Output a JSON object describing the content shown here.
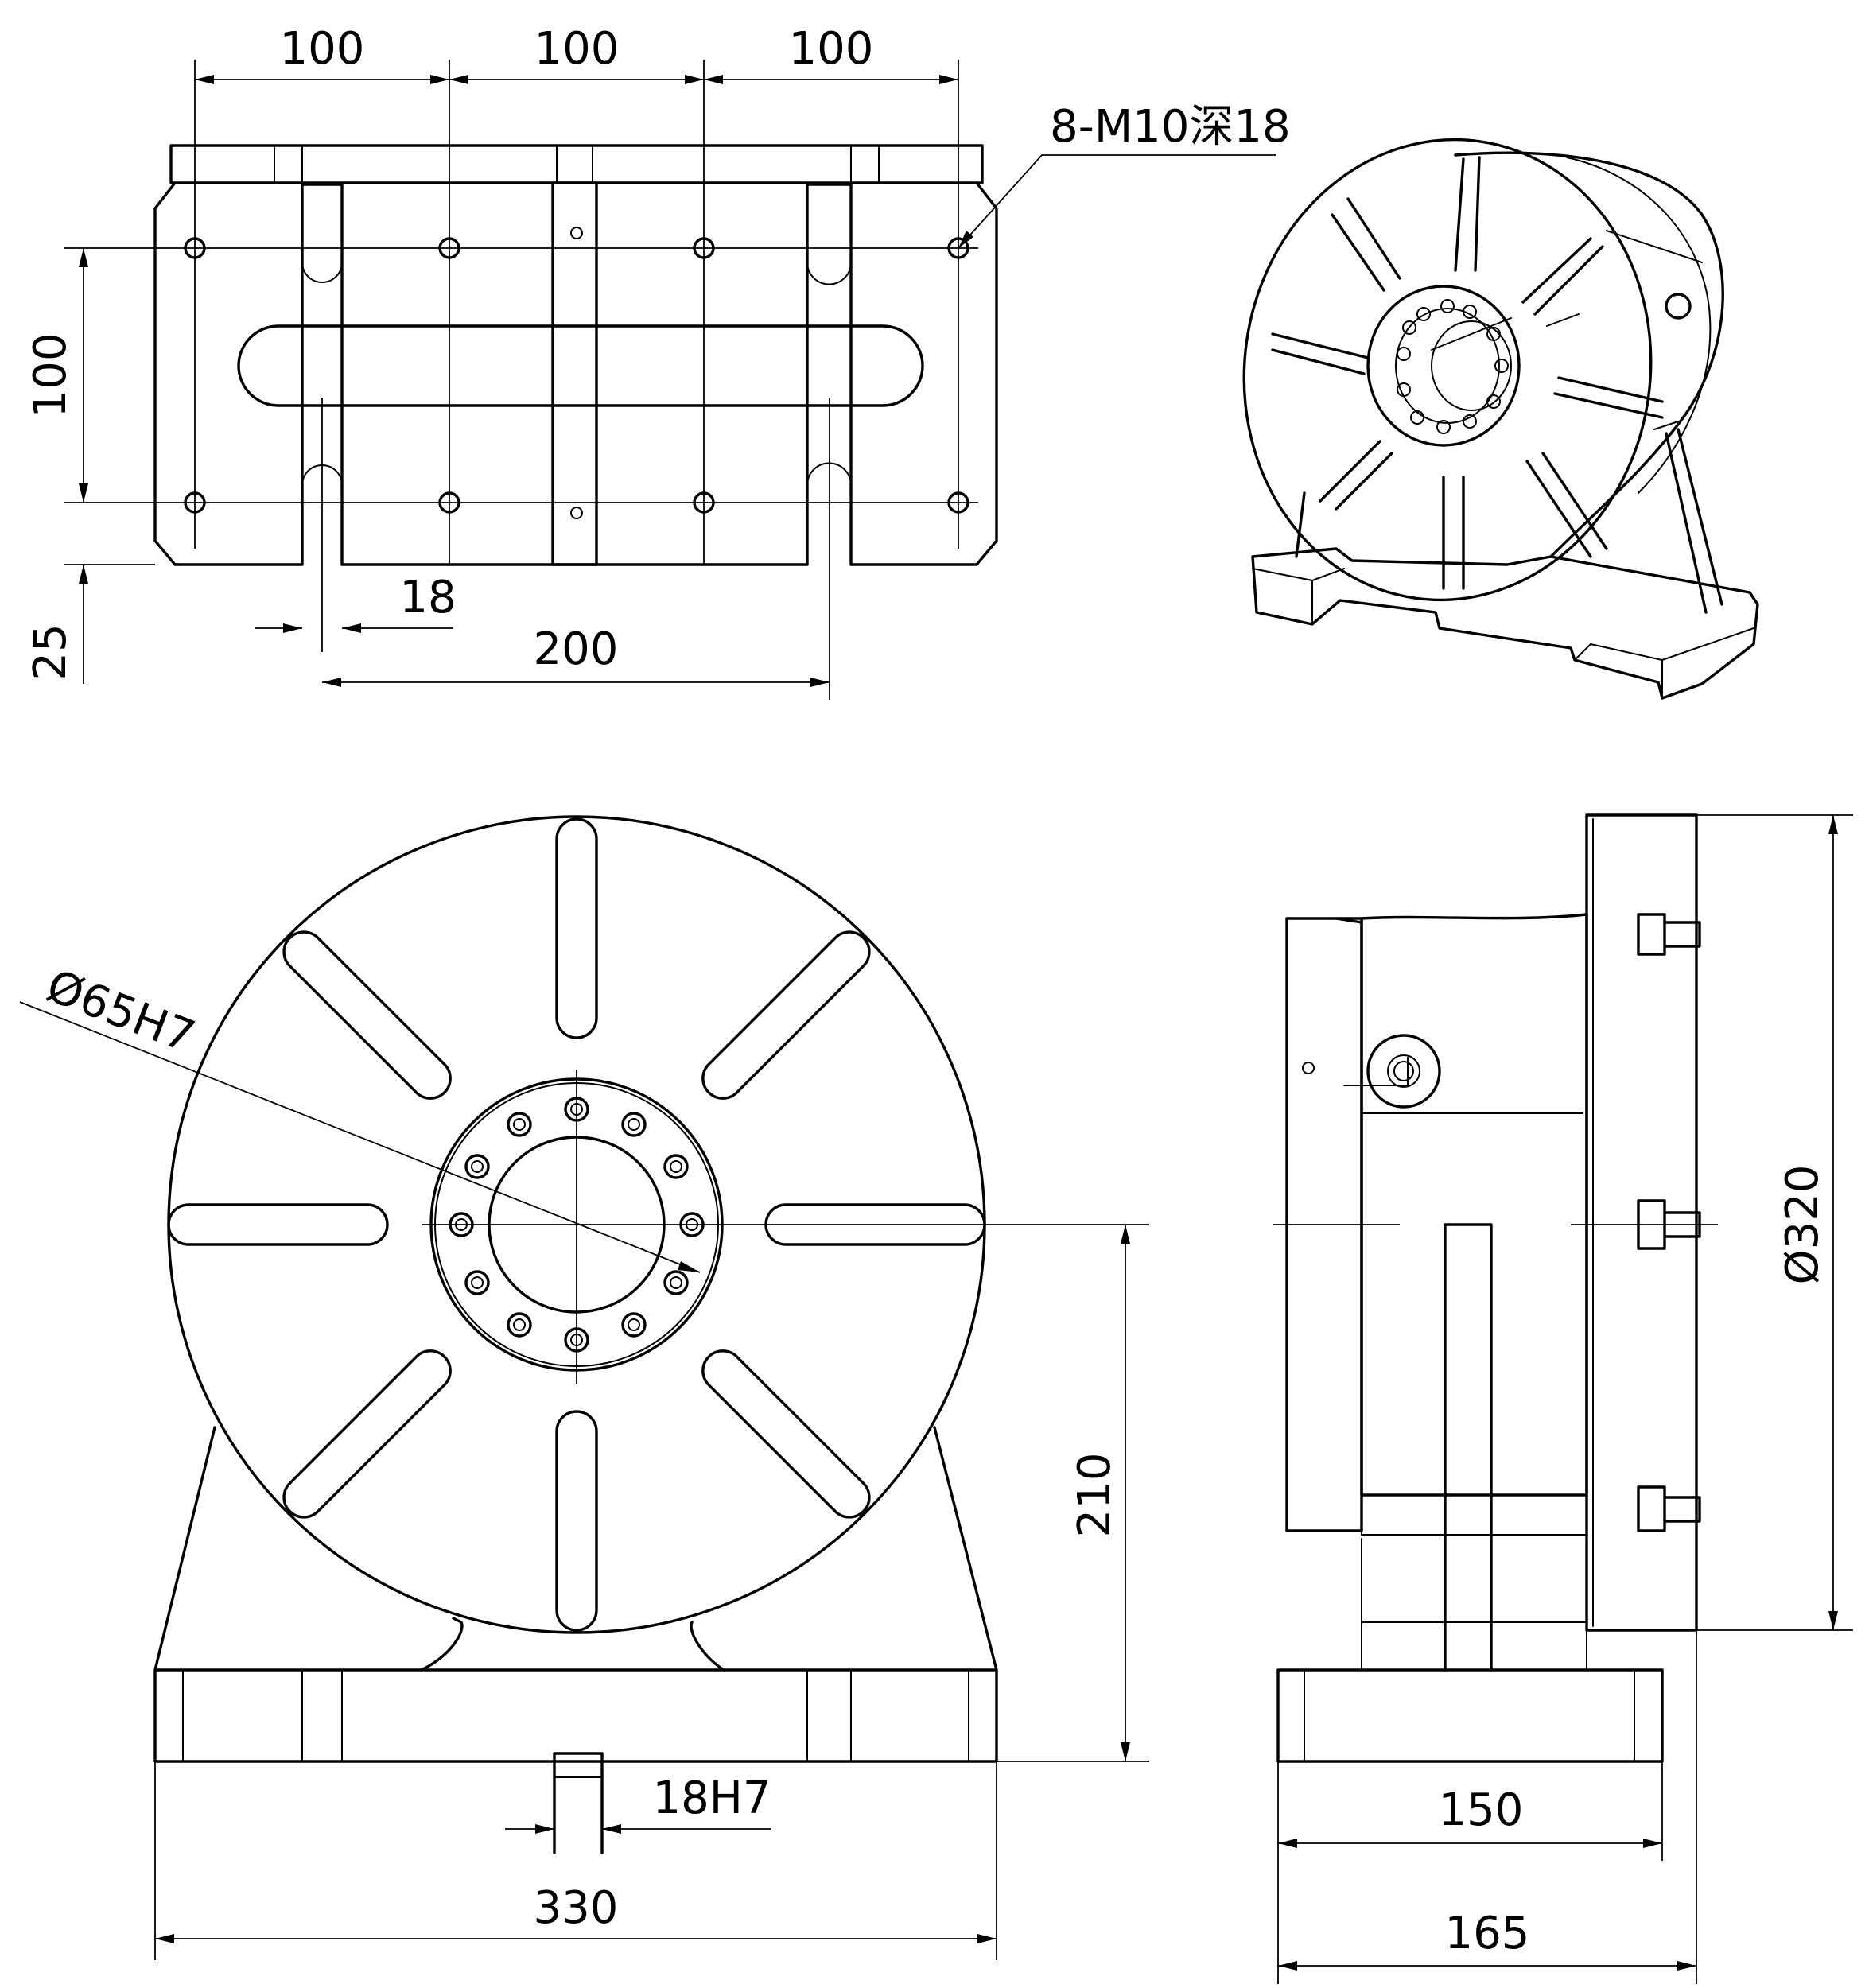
{
  "drawing": {
    "top_view": {
      "dimensions": {
        "spacing_1": "100",
        "spacing_2": "100",
        "spacing_3": "100",
        "vertical_spacing": "100",
        "offset": "25",
        "slot_width": "18",
        "slot_spacing": "200"
      },
      "callout": "8-M10深18"
    },
    "front_view": {
      "dimensions": {
        "bore": "Ø65H7",
        "center_height": "210",
        "key_width": "18H7",
        "base_width": "330"
      }
    },
    "side_view": {
      "dimensions": {
        "table_diameter": "Ø320",
        "depth_1": "150",
        "depth_2": "165"
      }
    },
    "isometric_view": {}
  }
}
